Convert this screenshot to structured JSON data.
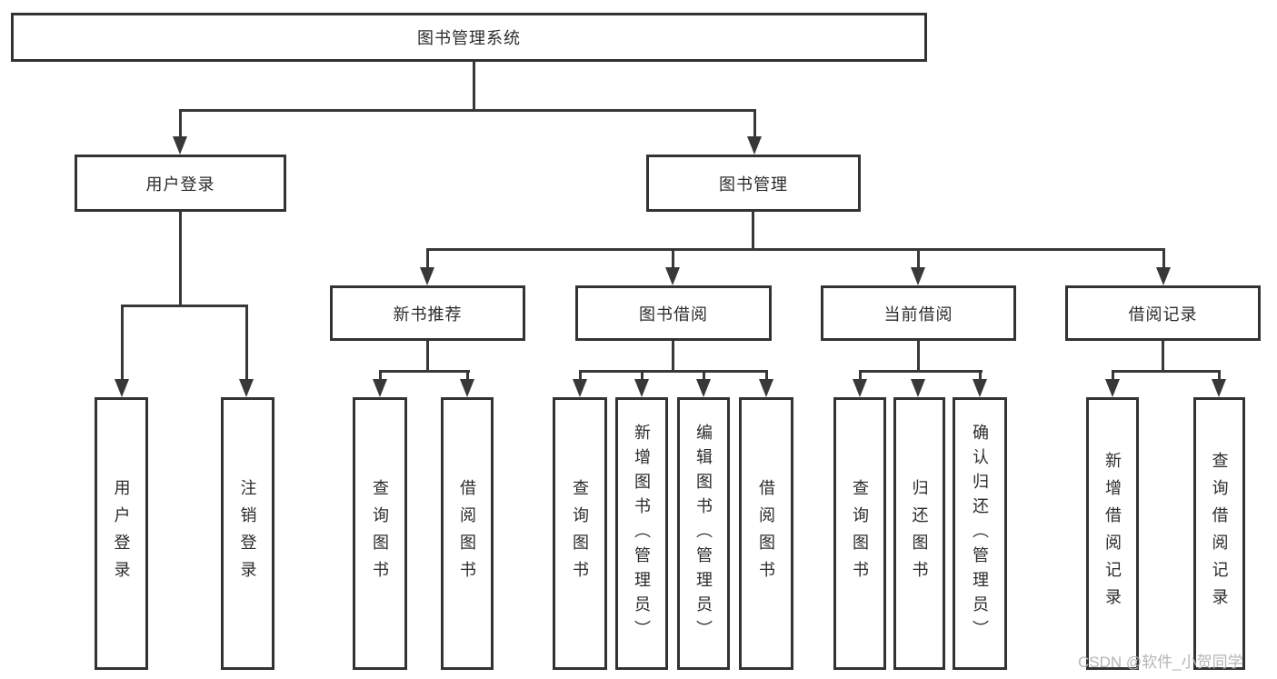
{
  "page": {
    "background_color": "#ffffff",
    "line_color": "#383838",
    "box_border_color": "#333333",
    "text_color": "#2b2b2b"
  },
  "tree": {
    "label": "图书管理系统",
    "children": [
      {
        "label": "用户登录",
        "children": [
          {
            "label": "用户登录"
          },
          {
            "label": "注销登录"
          }
        ]
      },
      {
        "label": "图书管理",
        "children": [
          {
            "label": "新书推荐",
            "children": [
              {
                "label": "查询图书"
              },
              {
                "label": "借阅图书"
              }
            ]
          },
          {
            "label": "图书借阅",
            "children": [
              {
                "label": "查询图书"
              },
              {
                "label": "新增图书（管理员）"
              },
              {
                "label": "编辑图书（管理员）"
              },
              {
                "label": "借阅图书"
              }
            ]
          },
          {
            "label": "当前借阅",
            "children": [
              {
                "label": "查询图书"
              },
              {
                "label": "归还图书"
              },
              {
                "label": "确认归还（管理员）"
              }
            ]
          },
          {
            "label": "借阅记录",
            "children": [
              {
                "label": "新增借阅记录"
              },
              {
                "label": "查询借阅记录"
              }
            ]
          }
        ]
      }
    ]
  },
  "watermark": {
    "text": "CSDN @软件_小贺同学",
    "color": "#b5b5b5"
  }
}
